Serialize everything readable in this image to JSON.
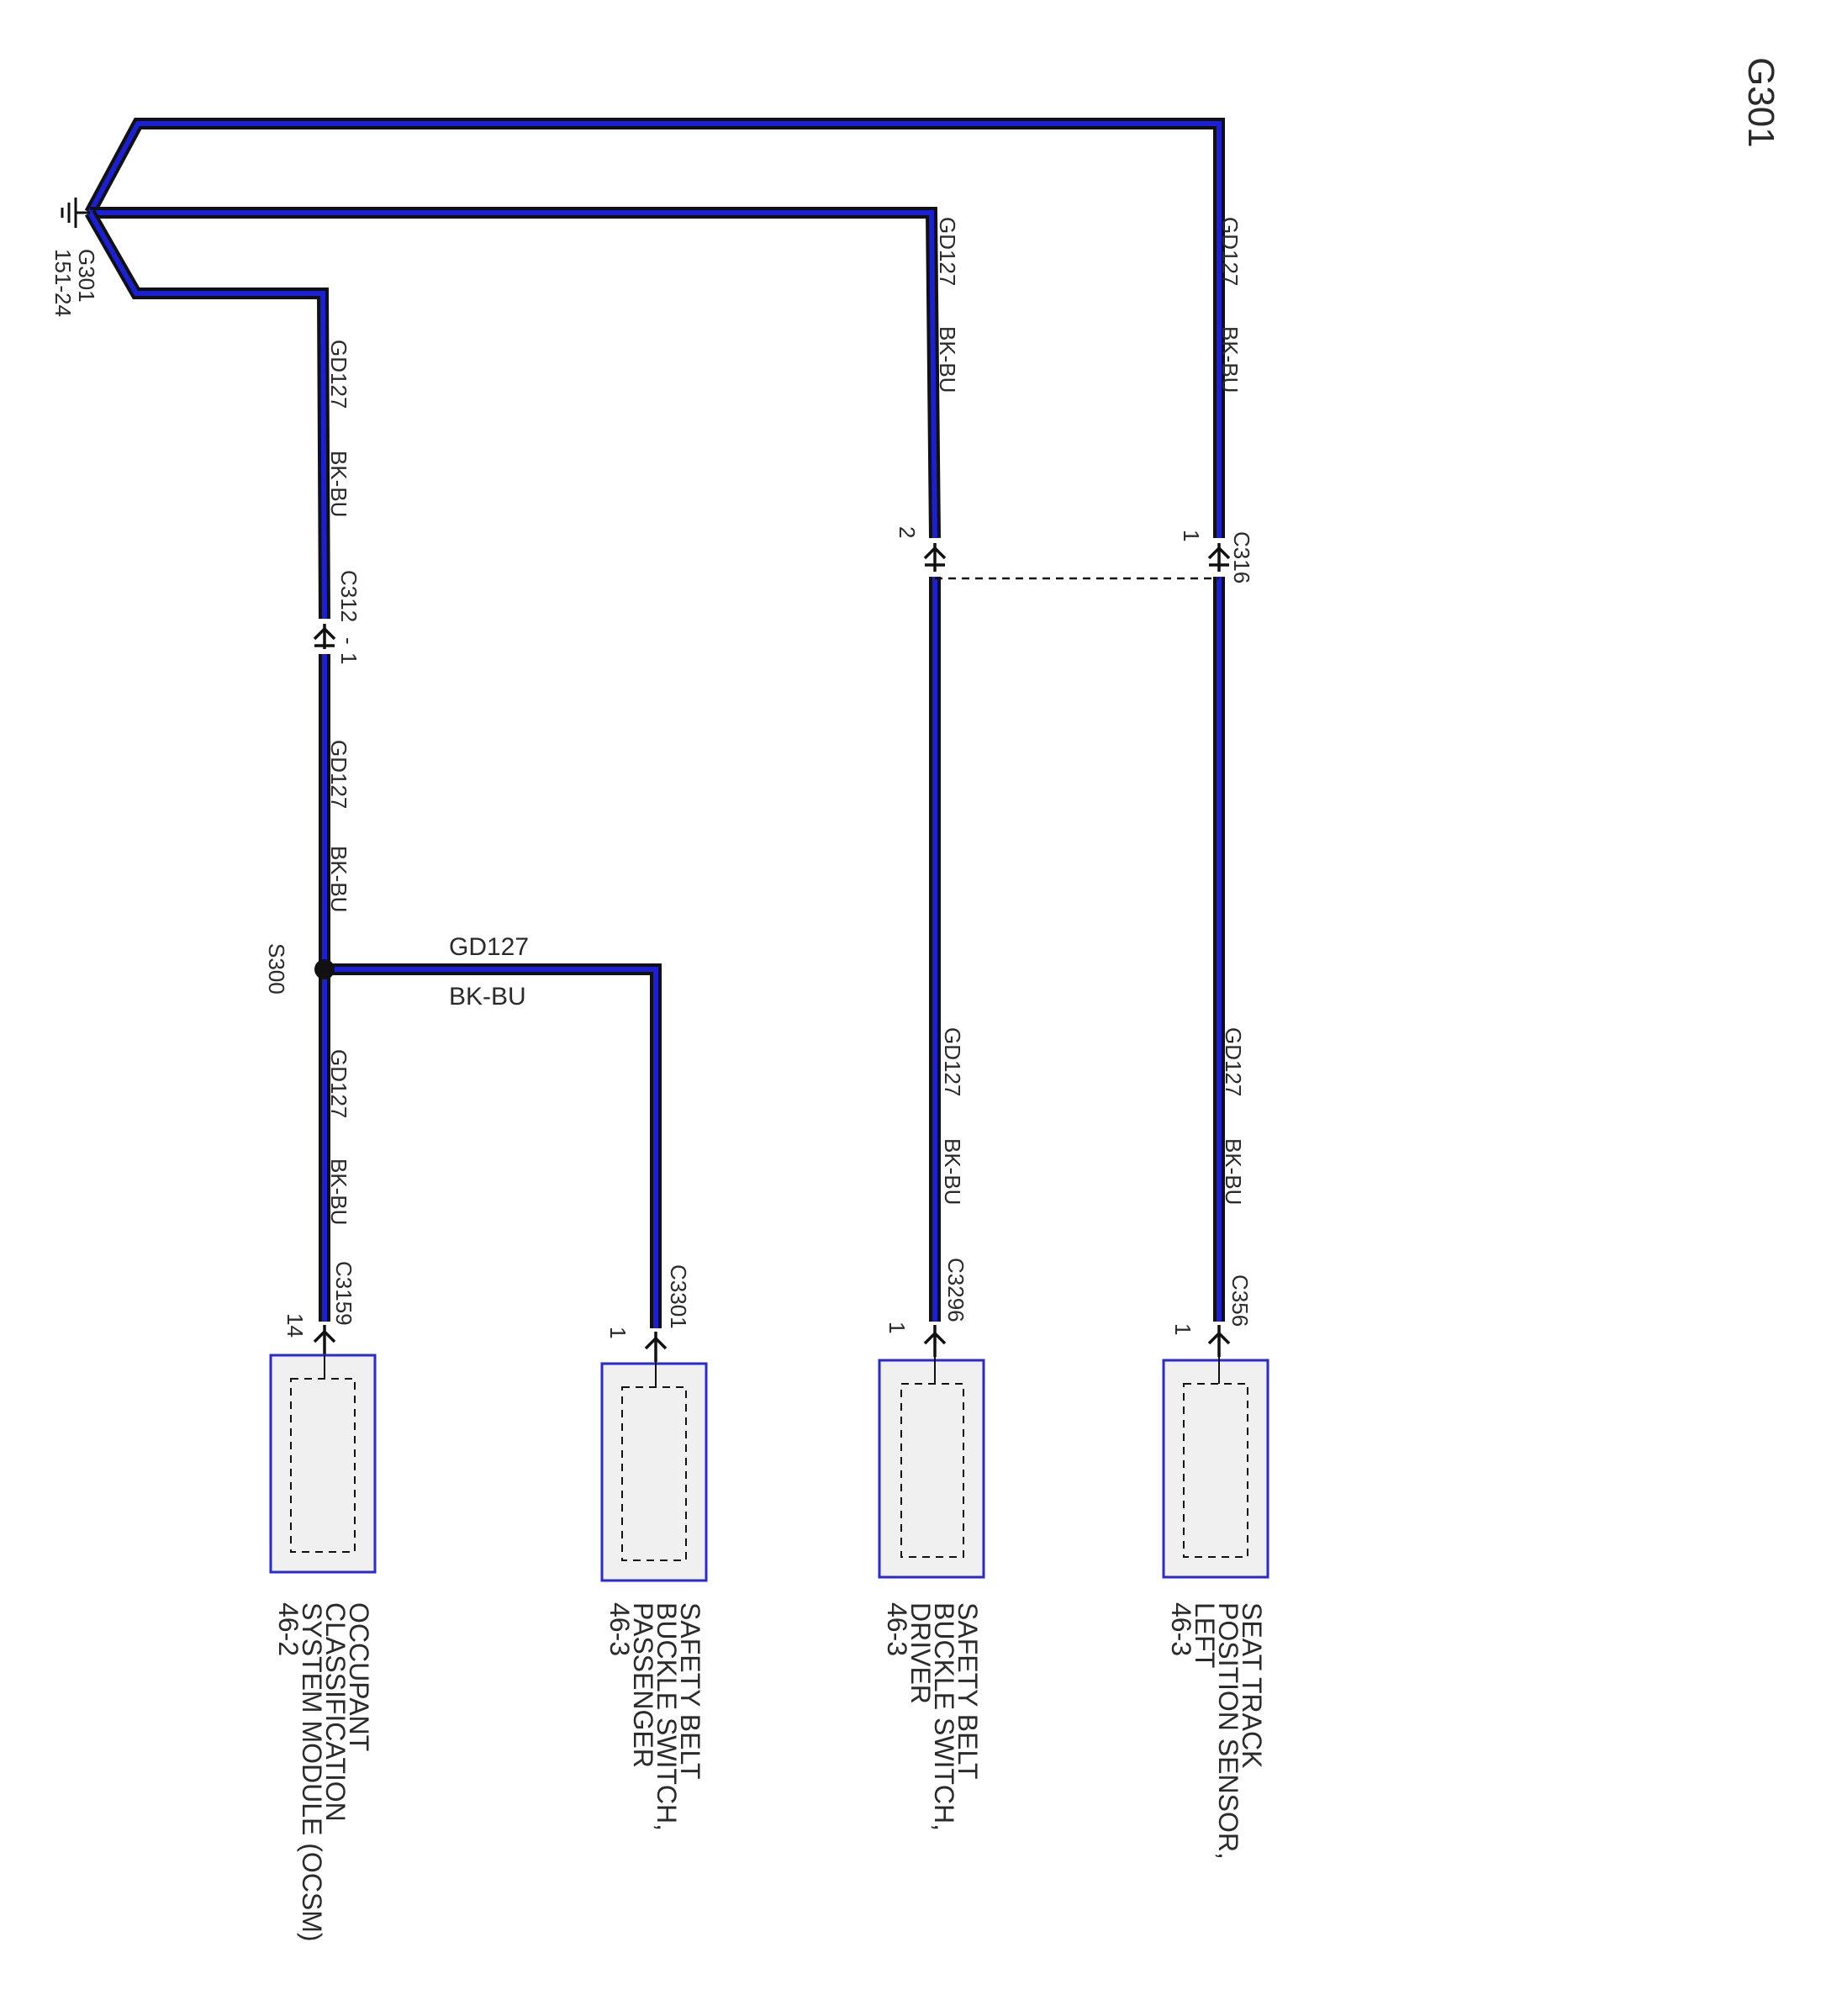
{
  "page_title": "G301",
  "ground": {
    "id": "G301",
    "ref": "151-24"
  },
  "colors": {
    "wire_outer": "#111111",
    "wire_inner": "#1b1fd6",
    "box_border": "#2a2ad0",
    "box_fill": "#f0f0f0"
  },
  "wire_code": "GD127",
  "wire_color": "BK-BU",
  "splice": "S300",
  "connectors": {
    "c312": {
      "name": "C312",
      "pin": "1"
    },
    "c316": {
      "name": "C316",
      "pin_a": "1",
      "pin_b": "2"
    },
    "c3159": {
      "name": "C3159",
      "pin": "14"
    },
    "c3301": {
      "name": "C3301",
      "pin": "1"
    },
    "c3296": {
      "name": "C3296",
      "pin": "1"
    },
    "c356": {
      "name": "C356",
      "pin": "1"
    }
  },
  "components": [
    {
      "lines": [
        "OCCUPANT",
        "CLASSIFICATION",
        "SYSTEM MODULE (OCSM)",
        "46-2"
      ]
    },
    {
      "lines": [
        "SAFETY BELT",
        "BUCKLE SWITCH,",
        "PASSENGER",
        "46-3"
      ]
    },
    {
      "lines": [
        "SAFETY BELT",
        "BUCKLE SWITCH,",
        "DRIVER",
        "46-3"
      ]
    },
    {
      "lines": [
        "SEAT TRACK",
        "POSITION SENSOR,",
        "LEFT",
        "46-3"
      ]
    }
  ]
}
